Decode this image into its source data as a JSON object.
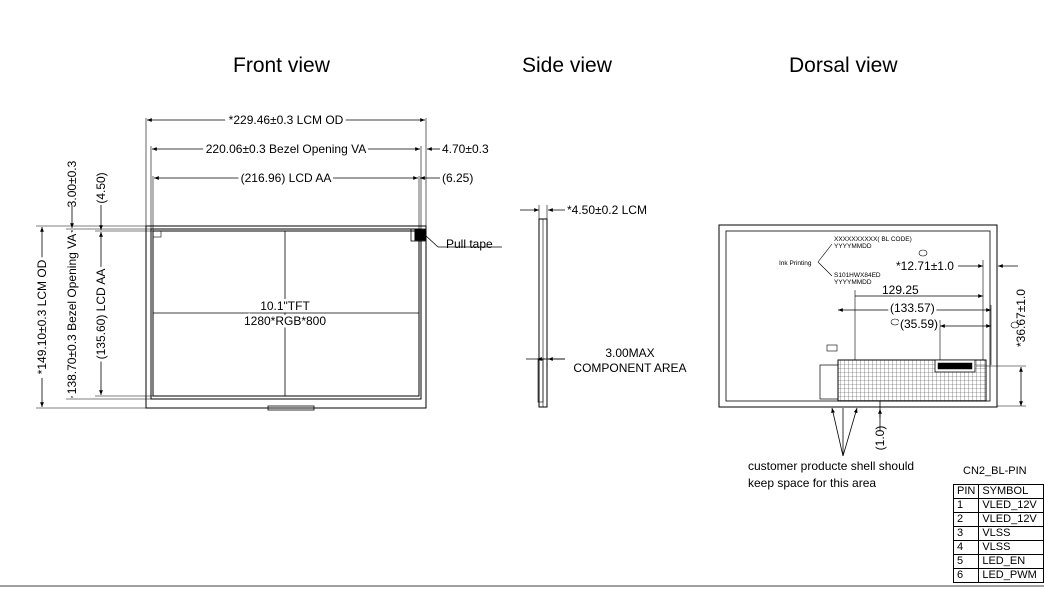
{
  "titles": {
    "front": "Front view",
    "side": "Side  view",
    "dorsal": "Dorsal view"
  },
  "front": {
    "lcm_od_width": "*229.46±0.3 LCM OD",
    "bezel_va_width": "220.06±0.3 Bezel Opening VA",
    "bezel_offset": "4.70±0.3",
    "lcd_aa_width": "(216.96) LCD AA",
    "aa_offset": "(6.25)",
    "lcm_od_height": "*149.10±0.3 LCM OD",
    "bezel_top": "3.00±0.3",
    "aa_top": "(4.50)",
    "bezel_va_height": "138.70±0.3 Bezel Opening VA",
    "lcd_aa_height": "(135.60) LCD AA",
    "pull_tape": "Pull  tape",
    "center_line1": "10.1\"TFT",
    "center_line2": "1280*RGB*800"
  },
  "side": {
    "thickness": "*4.50±0.2 LCM",
    "component_line1": "3.00MAX",
    "component_line2": "COMPONENT AREA"
  },
  "dorsal": {
    "bl_code": "XXXXXXXXXX( BL CODE)",
    "date1": "YYYYMMDD",
    "ink_printing": "Ink Printing",
    "model": "S101HWX84ED",
    "date2": "YYYYMMDD",
    "dim_1271": "*12.71±1.0",
    "dim_12925": "129.25",
    "dim_13357": "(133.57)",
    "dim_3559": "(35.59)",
    "dim_3667": "*36.67±1.0",
    "dim_10": "(1.0)",
    "note_line1": "customer producte shell should",
    "note_line2": "keep space for this area"
  },
  "pin_table": {
    "caption": "CN2_BL-PIN",
    "headers": [
      "PIN",
      "SYMBOL"
    ],
    "rows": [
      [
        "1",
        "VLED_12V"
      ],
      [
        "2",
        "VLED_12V"
      ],
      [
        "3",
        "VLSS"
      ],
      [
        "4",
        "VLSS"
      ],
      [
        "5",
        "LED_EN"
      ],
      [
        "6",
        "LED_PWM"
      ]
    ]
  }
}
